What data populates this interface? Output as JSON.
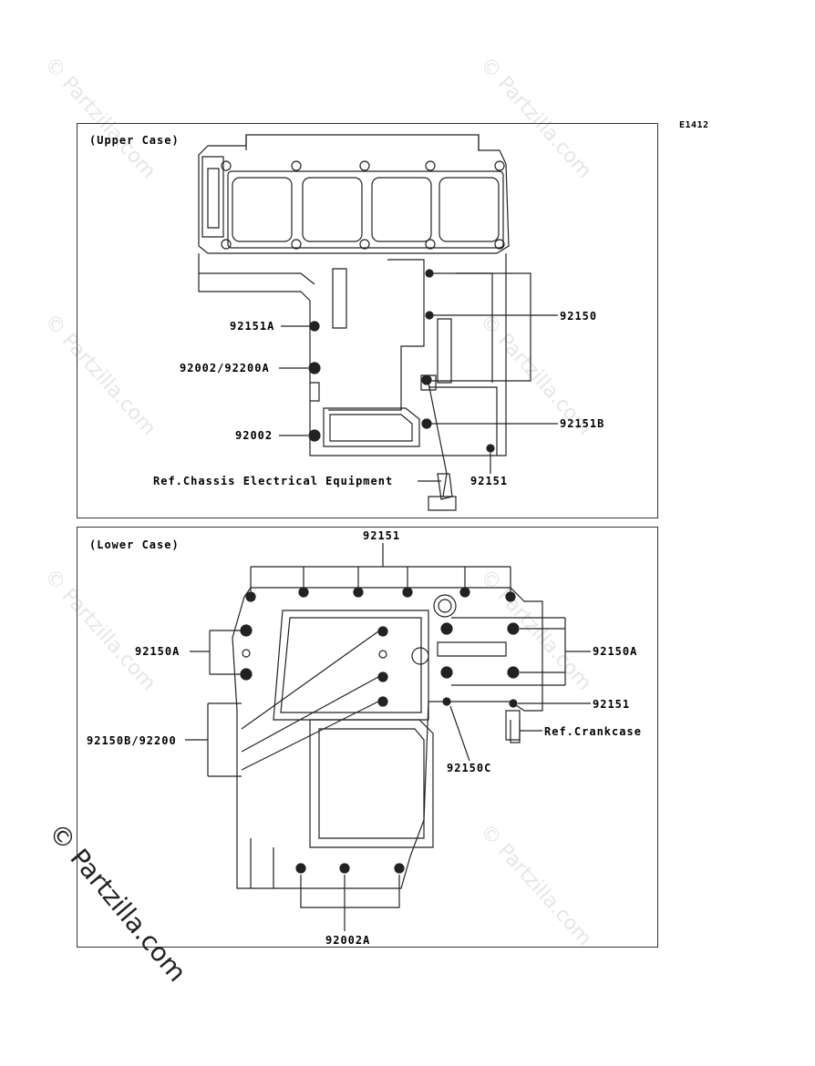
{
  "diagram_code": "E1412",
  "watermark": "© Partzilla.com",
  "upper_case": {
    "title": "(Upper Case)",
    "labels": {
      "l92150": "92150",
      "l92151A": "92151A",
      "l92002_92200A": "92002/92200A",
      "l92151B": "92151B",
      "l92002": "92002",
      "l92151": "92151",
      "ref": "Ref.Chassis Electrical Equipment"
    }
  },
  "lower_case": {
    "title": "(Lower Case)",
    "labels": {
      "l92151_top": "92151",
      "l92150A_left": "92150A",
      "l92150A_right": "92150A",
      "l92151_right": "92151",
      "ref": "Ref.Crankcase",
      "l92150B_92200": "92150B/92200",
      "l92150C": "92150C",
      "l92002A": "92002A"
    }
  }
}
